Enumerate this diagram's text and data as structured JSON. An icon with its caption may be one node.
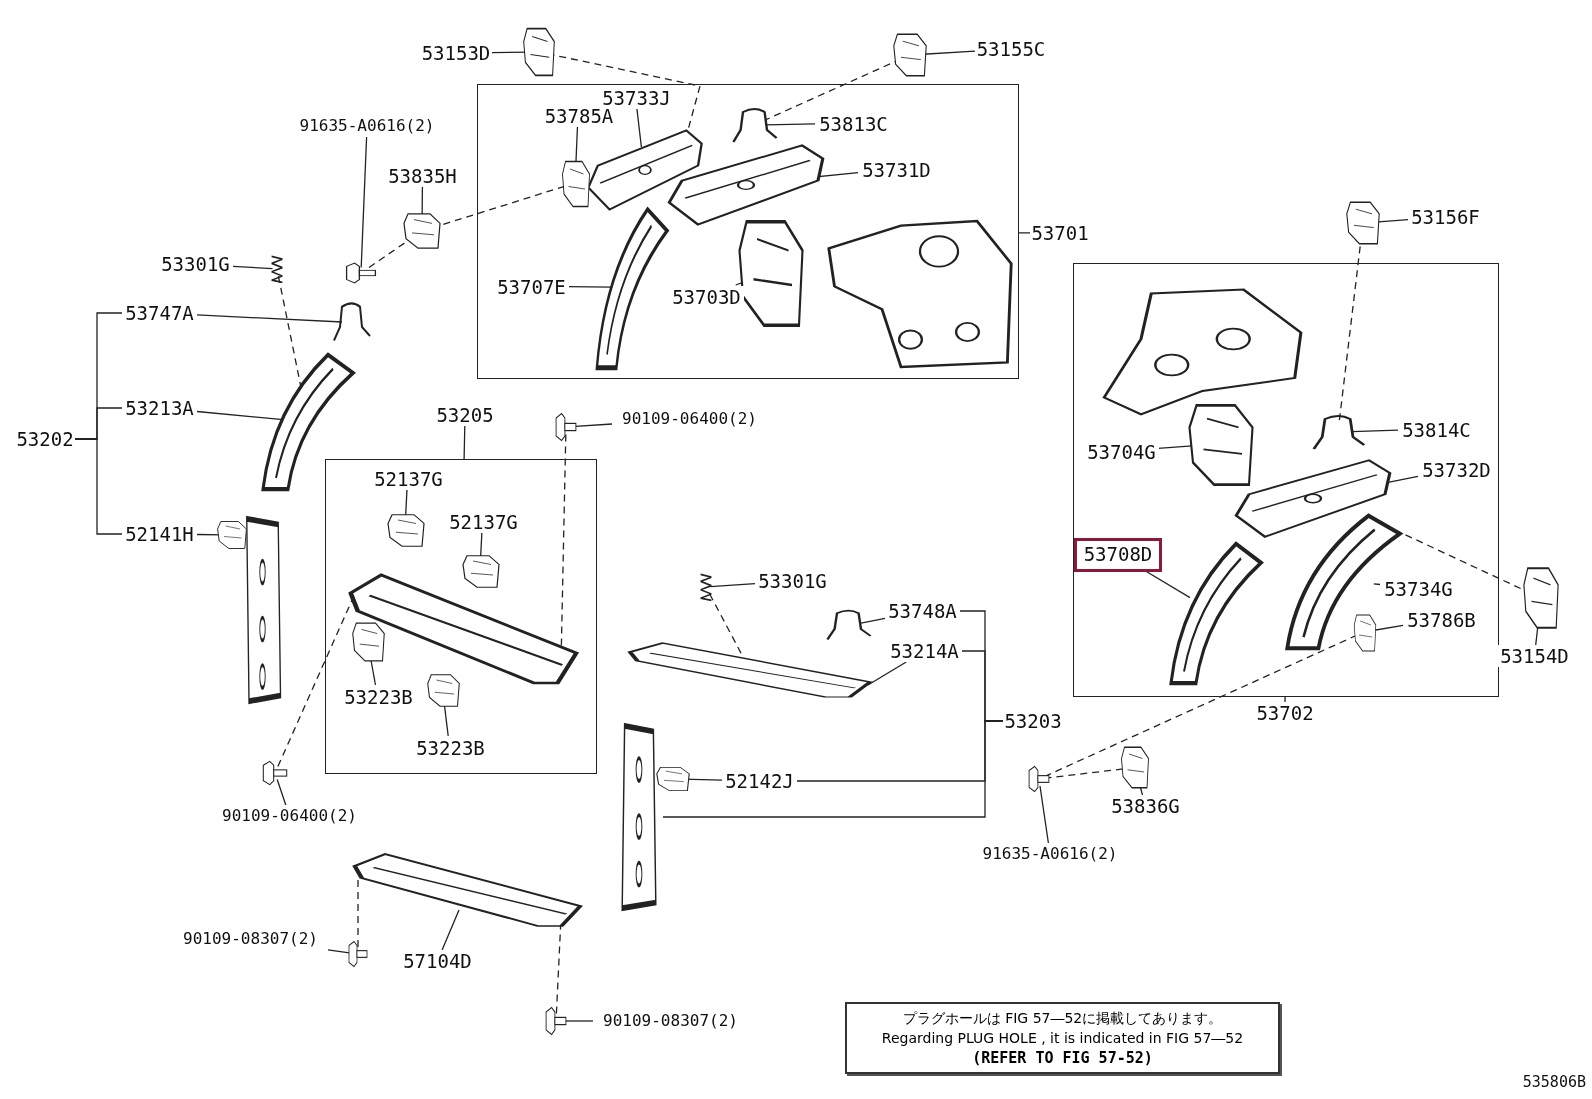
{
  "diagram": {
    "nodes": [
      {
        "text": [
          "53153D"
        ]
      },
      {
        "text": [],
        "shape": "picture"
      },
      {
        "text": [
          "53155C"
        ]
      },
      {
        "text": [],
        "shape": "picture"
      },
      {
        "text": [],
        "shape": "box"
      },
      {
        "text": [
          "53733J"
        ],
        "in": 4
      },
      {
        "text": [
          "53785A"
        ],
        "in": 4
      },
      {
        "text": [],
        "shape": "picture",
        "in": 4
      },
      {
        "text": [],
        "shape": "picture",
        "in": 4
      },
      {
        "text": [
          "53813C"
        ],
        "in": 4
      },
      {
        "text": [],
        "shape": "picture",
        "in": 4
      },
      {
        "text": [
          "53731D"
        ],
        "in": 4
      },
      {
        "text": [],
        "shape": "picture",
        "in": 4
      },
      {
        "text": [
          "53707E"
        ],
        "in": 4
      },
      {
        "text": [],
        "shape": "picture",
        "in": 4
      },
      {
        "text": [
          "53703D"
        ],
        "in": 4
      },
      {
        "text": [],
        "shape": "picture",
        "in": 4
      },
      {
        "text": [
          "53701"
        ]
      },
      {
        "text": [
          "91635-A0616(2)"
        ]
      },
      {
        "text": [],
        "shape": "picture"
      },
      {
        "text": [
          "53835H"
        ]
      },
      {
        "text": [],
        "shape": "picture"
      },
      {
        "text": [
          "53301G"
        ]
      },
      {
        "text": [],
        "shape": "picture"
      },
      {
        "text": [
          "53202"
        ]
      },
      {
        "text": [
          "53747A"
        ]
      },
      {
        "text": [],
        "shape": "picture"
      },
      {
        "text": [
          "53213A"
        ]
      },
      {
        "text": [],
        "shape": "picture"
      },
      {
        "text": [
          "52141H"
        ]
      },
      {
        "text": [],
        "shape": "picture"
      },
      {
        "text": [
          "53205"
        ]
      },
      {
        "text": [],
        "shape": "box"
      },
      {
        "text": [
          "90109-06400(2)"
        ]
      },
      {
        "text": [],
        "shape": "picture"
      },
      {
        "text": [
          "52137G"
        ],
        "in": 32
      },
      {
        "text": [],
        "shape": "picture",
        "in": 32
      },
      {
        "text": [
          "52137G"
        ],
        "in": 32
      },
      {
        "text": [],
        "shape": "picture",
        "in": 32
      },
      {
        "text": [
          "53223B"
        ],
        "in": 32
      },
      {
        "text": [],
        "shape": "picture",
        "in": 32
      },
      {
        "text": [
          "53223B"
        ],
        "in": 32
      },
      {
        "text": [],
        "shape": "picture",
        "in": 32
      },
      {
        "text": [],
        "shape": "picture",
        "in": 32
      },
      {
        "text": [
          "90109-06400(2)"
        ]
      },
      {
        "text": [],
        "shape": "picture"
      },
      {
        "text": [
          "53301G"
        ]
      },
      {
        "text": [],
        "shape": "picture"
      },
      {
        "text": [
          "53748A"
        ]
      },
      {
        "text": [],
        "shape": "picture"
      },
      {
        "text": [
          "53214A"
        ]
      },
      {
        "text": [],
        "shape": "picture"
      },
      {
        "text": [
          "52142J"
        ]
      },
      {
        "text": [],
        "shape": "picture"
      },
      {
        "text": [],
        "shape": "picture"
      },
      {
        "text": [
          "53203"
        ]
      },
      {
        "text": [
          "53156F"
        ]
      },
      {
        "text": [],
        "shape": "picture"
      },
      {
        "text": [],
        "shape": "box"
      },
      {
        "text": [
          "53814C"
        ],
        "in": 58
      },
      {
        "text": [],
        "shape": "picture",
        "in": 58
      },
      {
        "text": [
          "53704G"
        ],
        "in": 58
      },
      {
        "text": [],
        "shape": "picture",
        "in": 58
      },
      {
        "text": [
          "53732D"
        ],
        "in": 58
      },
      {
        "text": [],
        "shape": "picture",
        "in": 58
      },
      {
        "text": [
          "53708D"
        ],
        "in": 58
      },
      {
        "text": [],
        "shape": "picture",
        "in": 58
      },
      {
        "text": [
          "53734G"
        ],
        "in": 58
      },
      {
        "text": [],
        "shape": "picture",
        "in": 58
      },
      {
        "text": [
          "53786B"
        ],
        "in": 58
      },
      {
        "text": [],
        "shape": "picture",
        "in": 58
      },
      {
        "text": [
          "53154D"
        ]
      },
      {
        "text": [],
        "shape": "picture"
      },
      {
        "text": [
          "53702"
        ]
      },
      {
        "text": [
          "53836G"
        ]
      },
      {
        "text": [],
        "shape": "picture"
      },
      {
        "text": [
          "91635-A0616(2)"
        ]
      },
      {
        "text": [],
        "shape": "picture"
      },
      {
        "text": [
          "57104D"
        ]
      },
      {
        "text": [],
        "shape": "picture"
      },
      {
        "text": [
          "90109-08307(2)"
        ]
      },
      {
        "text": [],
        "shape": "picture"
      },
      {
        "text": [
          "90109-08307(2)"
        ]
      },
      {
        "text": [],
        "shape": "picture"
      },
      {
        "text": [
          "プラグホールは FIG 57―52に掲載してあります。",
          "Regarding PLUG HOLE , it is indicated in FIG 57―52",
          "(REFER TO FIG 57-52)"
        ]
      }
    ],
    "edges": [
      {
        "from": 0,
        "to": 1,
        "arrow": "none"
      },
      {
        "from": 2,
        "to": 3,
        "arrow": "none"
      },
      {
        "from": 5,
        "to": 7,
        "arrow": "none"
      },
      {
        "from": 6,
        "to": 8,
        "arrow": "none"
      },
      {
        "from": 9,
        "to": 10,
        "arrow": "none"
      },
      {
        "from": 11,
        "to": 12,
        "arrow": "none"
      },
      {
        "from": 13,
        "to": 14,
        "arrow": "none"
      },
      {
        "from": 15,
        "to": 16,
        "arrow": "none"
      },
      {
        "from": 17,
        "to": 4,
        "arrow": "none"
      },
      {
        "from": 18,
        "to": 19,
        "arrow": "none"
      },
      {
        "from": 20,
        "to": 21,
        "arrow": "none"
      },
      {
        "from": 22,
        "to": 23,
        "arrow": "none"
      },
      {
        "from": 24,
        "to": 25,
        "arrow": "none"
      },
      {
        "from": 24,
        "to": 27,
        "arrow": "none"
      },
      {
        "from": 24,
        "to": 29,
        "arrow": "none"
      },
      {
        "from": 25,
        "to": 26,
        "arrow": "none"
      },
      {
        "from": 27,
        "to": 28,
        "arrow": "none"
      },
      {
        "from": 29,
        "to": 30,
        "arrow": "none"
      },
      {
        "from": 31,
        "to": 32,
        "arrow": "none"
      },
      {
        "from": 33,
        "to": 34,
        "arrow": "none"
      },
      {
        "from": 35,
        "to": 36,
        "arrow": "none"
      },
      {
        "from": 37,
        "to": 38,
        "arrow": "none"
      },
      {
        "from": 39,
        "to": 40,
        "arrow": "none"
      },
      {
        "from": 41,
        "to": 42,
        "arrow": "none"
      },
      {
        "from": 44,
        "to": 45,
        "arrow": "none"
      },
      {
        "from": 46,
        "to": 47,
        "arrow": "none"
      },
      {
        "from": 48,
        "to": 49,
        "arrow": "none"
      },
      {
        "from": 50,
        "to": 51,
        "arrow": "none"
      },
      {
        "from": 52,
        "to": 53,
        "arrow": "none"
      },
      {
        "from": 55,
        "to": 48,
        "arrow": "none"
      },
      {
        "from": 55,
        "to": 50,
        "arrow": "none"
      },
      {
        "from": 55,
        "to": 52,
        "arrow": "none"
      },
      {
        "from": 55,
        "to": 54,
        "arrow": "none"
      },
      {
        "from": 56,
        "to": 57,
        "arrow": "none"
      },
      {
        "from": 59,
        "to": 60,
        "arrow": "none"
      },
      {
        "from": 61,
        "to": 62,
        "arrow": "none"
      },
      {
        "from": 63,
        "to": 64,
        "arrow": "none"
      },
      {
        "from": 65,
        "to": 66,
        "arrow": "none"
      },
      {
        "from": 67,
        "to": 68,
        "arrow": "none"
      },
      {
        "from": 69,
        "to": 70,
        "arrow": "none"
      },
      {
        "from": 71,
        "to": 72,
        "arrow": "none"
      },
      {
        "from": 73,
        "to": 58,
        "arrow": "none"
      },
      {
        "from": 74,
        "to": 75,
        "arrow": "none"
      },
      {
        "from": 76,
        "to": 77,
        "arrow": "none"
      },
      {
        "from": 78,
        "to": 79,
        "arrow": "none"
      },
      {
        "from": 80,
        "to": 81,
        "arrow": "none"
      },
      {
        "from": 82,
        "to": 83,
        "arrow": "none"
      },
      {
        "from": 1,
        "to": 7,
        "arrow": "none",
        "style": "dashed"
      },
      {
        "from": 3,
        "to": 10,
        "arrow": "none",
        "style": "dashed"
      },
      {
        "from": 19,
        "to": 21,
        "arrow": "none",
        "style": "dashed"
      },
      {
        "from": 21,
        "to": 8,
        "arrow": "none",
        "style": "dashed"
      },
      {
        "from": 23,
        "to": 28,
        "arrow": "none",
        "style": "dashed"
      },
      {
        "from": 34,
        "to": 43,
        "arrow": "none",
        "style": "dashed"
      },
      {
        "from": 45,
        "to": 43,
        "arrow": "none",
        "style": "dashed"
      },
      {
        "from": 47,
        "to": 51,
        "arrow": "none",
        "style": "dashed"
      },
      {
        "from": 57,
        "to": 60,
        "arrow": "none",
        "style": "dashed"
      },
      {
        "from": 72,
        "to": 68,
        "arrow": "none",
        "style": "dashed"
      },
      {
        "from": 77,
        "to": 75,
        "arrow": "none",
        "style": "dashed"
      },
      {
        "from": 77,
        "to": 70,
        "arrow": "none",
        "style": "dashed"
      },
      {
        "from": 81,
        "to": 79,
        "arrow": "none",
        "style": "dashed"
      },
      {
        "from": 83,
        "to": 79,
        "arrow": "none",
        "style": "dashed"
      }
    ],
    "labels": [
      "535806B"
    ]
  }
}
